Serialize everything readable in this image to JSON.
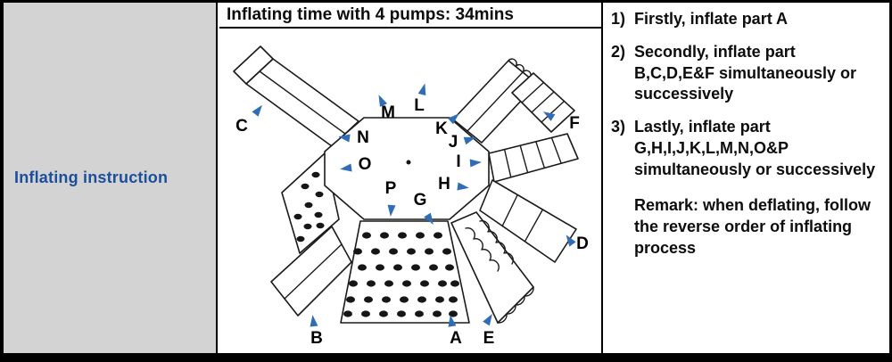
{
  "table": {
    "row_label": "Inflating instruction",
    "header": "Inflating time with 4 pumps: 34mins"
  },
  "instructions": {
    "steps": [
      {
        "num": "1)",
        "text": "Firstly, inflate part A"
      },
      {
        "num": "2)",
        "text": "Secondly, inflate part B,C,D,E&F simultaneously or successively"
      },
      {
        "num": "3)",
        "text": "Lastly, inflate part G,H,I,J,K,L,M,N,O&P simultaneously or successively"
      }
    ],
    "remark": "Remark: when deflating, follow the reverse order of inflating process"
  },
  "diagram": {
    "labels": [
      {
        "letter": "A"
      },
      {
        "letter": "B"
      },
      {
        "letter": "C"
      },
      {
        "letter": "D"
      },
      {
        "letter": "E"
      },
      {
        "letter": "F"
      },
      {
        "letter": "G"
      },
      {
        "letter": "H"
      },
      {
        "letter": "I"
      },
      {
        "letter": "J"
      },
      {
        "letter": "K"
      },
      {
        "letter": "L"
      },
      {
        "letter": "M"
      },
      {
        "letter": "N"
      },
      {
        "letter": "O"
      },
      {
        "letter": "P"
      }
    ]
  },
  "colors": {
    "panel_gray": "#d3d3d3",
    "label_blue": "#1b4e9b",
    "arrow_blue": "#2f6eb6",
    "line_black": "#1a1a1a"
  }
}
